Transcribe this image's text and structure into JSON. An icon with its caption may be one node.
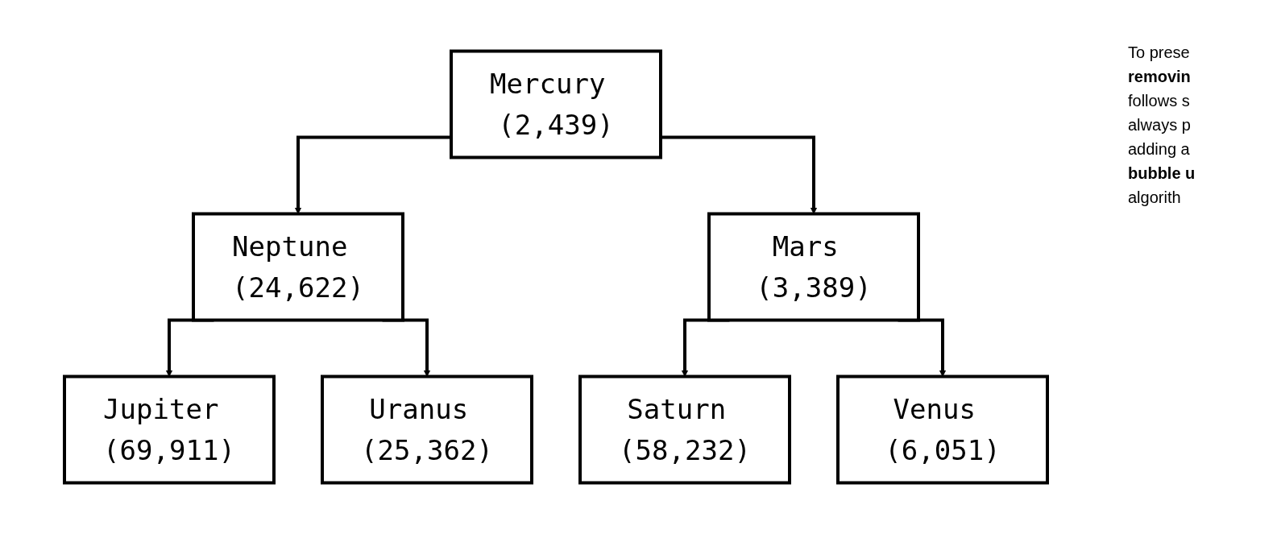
{
  "diagram": {
    "nodes": [
      {
        "text": [
          "Mercury (2,439)"
        ]
      },
      {
        "text": [
          "Neptune (24,622)"
        ]
      },
      {
        "text": [
          "Mars (3,389)"
        ]
      },
      {
        "text": [
          "Jupiter (69,911)"
        ]
      },
      {
        "text": [
          "Uranus (25,362)"
        ]
      },
      {
        "text": [
          "Saturn (58,232)"
        ]
      },
      {
        "text": [
          "Venus (6,051)"
        ]
      }
    ],
    "edges": [
      {
        "from": 0,
        "to": 1,
        "arrow": "to"
      },
      {
        "from": 0,
        "to": 2,
        "arrow": "to"
      },
      {
        "from": 1,
        "to": 3,
        "arrow": "to"
      },
      {
        "from": 1,
        "to": 4,
        "arrow": "to"
      },
      {
        "from": 2,
        "to": 5,
        "arrow": "to"
      },
      {
        "from": 2,
        "to": 6,
        "arrow": "to"
      }
    ],
    "labels": [
      "To prese **removin** follows s always p adding a **bubble u** algorith"
    ]
  }
}
